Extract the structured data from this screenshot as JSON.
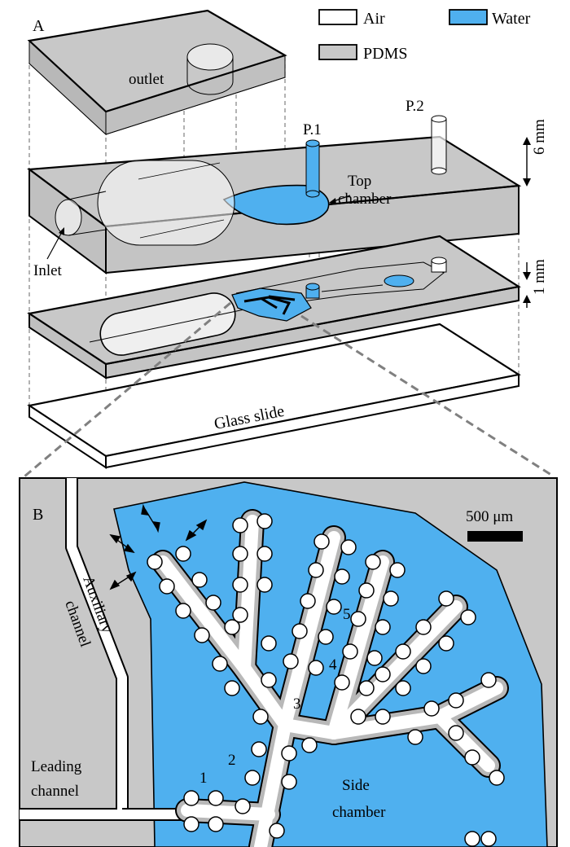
{
  "colors": {
    "pdms": "#c8c8c8",
    "water": "#4fb0ef",
    "air": "#ffffff",
    "outline": "#000000",
    "dashed": "#808080"
  },
  "panel_a": {
    "label": "A",
    "legend": {
      "air": "Air",
      "water": "Water",
      "pdms": "PDMS"
    },
    "outlet": "outlet",
    "inlet": "Inlet",
    "p1": "P.1",
    "p2": "P.2",
    "top_chamber_line1": "Top",
    "top_chamber_line2": "chamber",
    "dim_6mm": "6 mm",
    "dim_1mm": "1 mm",
    "glass_slide": "Glass slide"
  },
  "panel_b": {
    "label": "B",
    "scale_bar": "500 μm",
    "auxiliary_line1": "Auxiliary",
    "auxiliary_line2": "channel",
    "leading_line1": "Leading",
    "leading_line2": "channel",
    "side_line1": "Side",
    "side_line2": "chamber",
    "generation_labels": [
      "1",
      "2",
      "3",
      "4",
      "5"
    ]
  }
}
